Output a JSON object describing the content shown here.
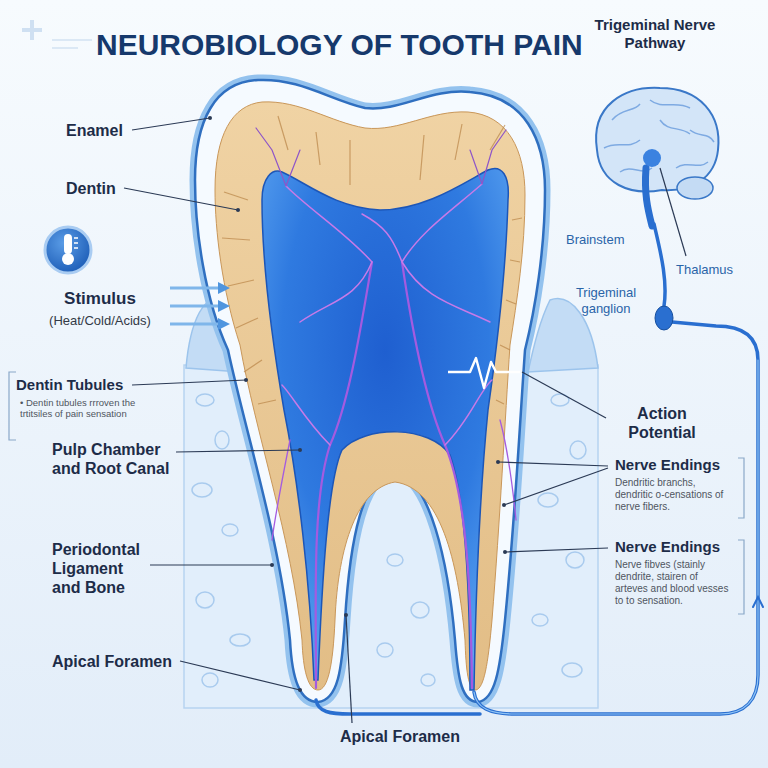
{
  "diagram": {
    "title": "NEUROBIOLOGY OF TOOTH PAIN",
    "labels": [
      "Enamel",
      "Dentin",
      "Stimulus",
      "(Heat/Cold/Acids)",
      "Dentin Tubules",
      "• Dentin tubules rrroven the trtitsiles of pain sensation",
      "Pulp Chamber and Root Canal",
      "Periodontal Ligament and Bone",
      "Apical Foramen",
      "Apical Foramen",
      "Trigeminal Nerve Pathway",
      "Brainstem",
      "Thalamus",
      "Trigeminal ganglion",
      "Action Potential",
      "Nerve Endings",
      "Dendritic branchs, dendritic o-censations of nerve fibers.",
      "Nerve Endings",
      "Nerve fibves (stainly dendrite, stairen of arteves and blood vesses to to sensation."
    ]
  }
}
